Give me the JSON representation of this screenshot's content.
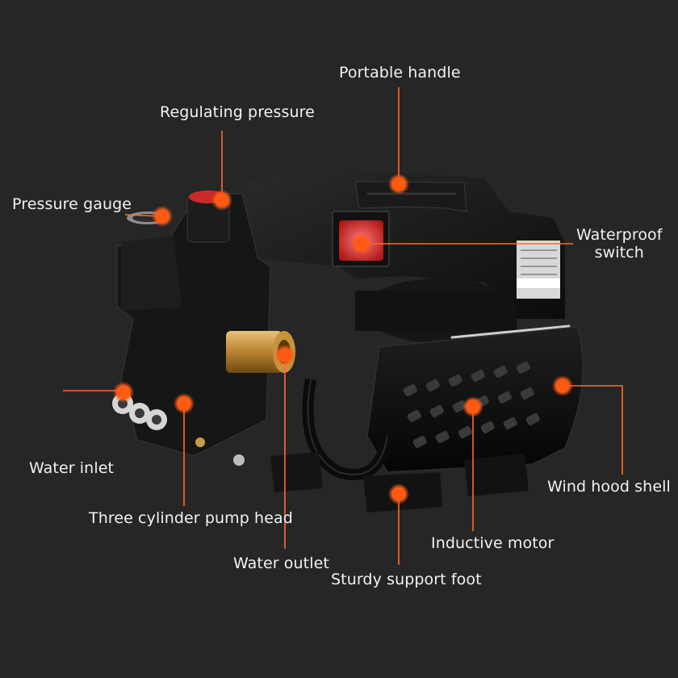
{
  "diagram": {
    "accent_color": "#ff6b2c",
    "background_color": "#262626",
    "product_nameplate_lines": [
      "",
      "",
      "",
      ""
    ],
    "callouts": {
      "portable_handle": "Portable handle",
      "regulating_pressure": "Regulating pressure",
      "pressure_gauge": "Pressure gauge",
      "waterproof_switch_line1": "Waterproof",
      "waterproof_switch_line2": "switch",
      "water_inlet": "Water inlet",
      "wind_hood_shell": "Wind hood shell",
      "three_cylinder_pump_head": "Three cylinder pump head",
      "inductive_motor": "Inductive motor",
      "water_outlet": "Water outlet",
      "sturdy_support_foot": "Sturdy support foot"
    }
  }
}
